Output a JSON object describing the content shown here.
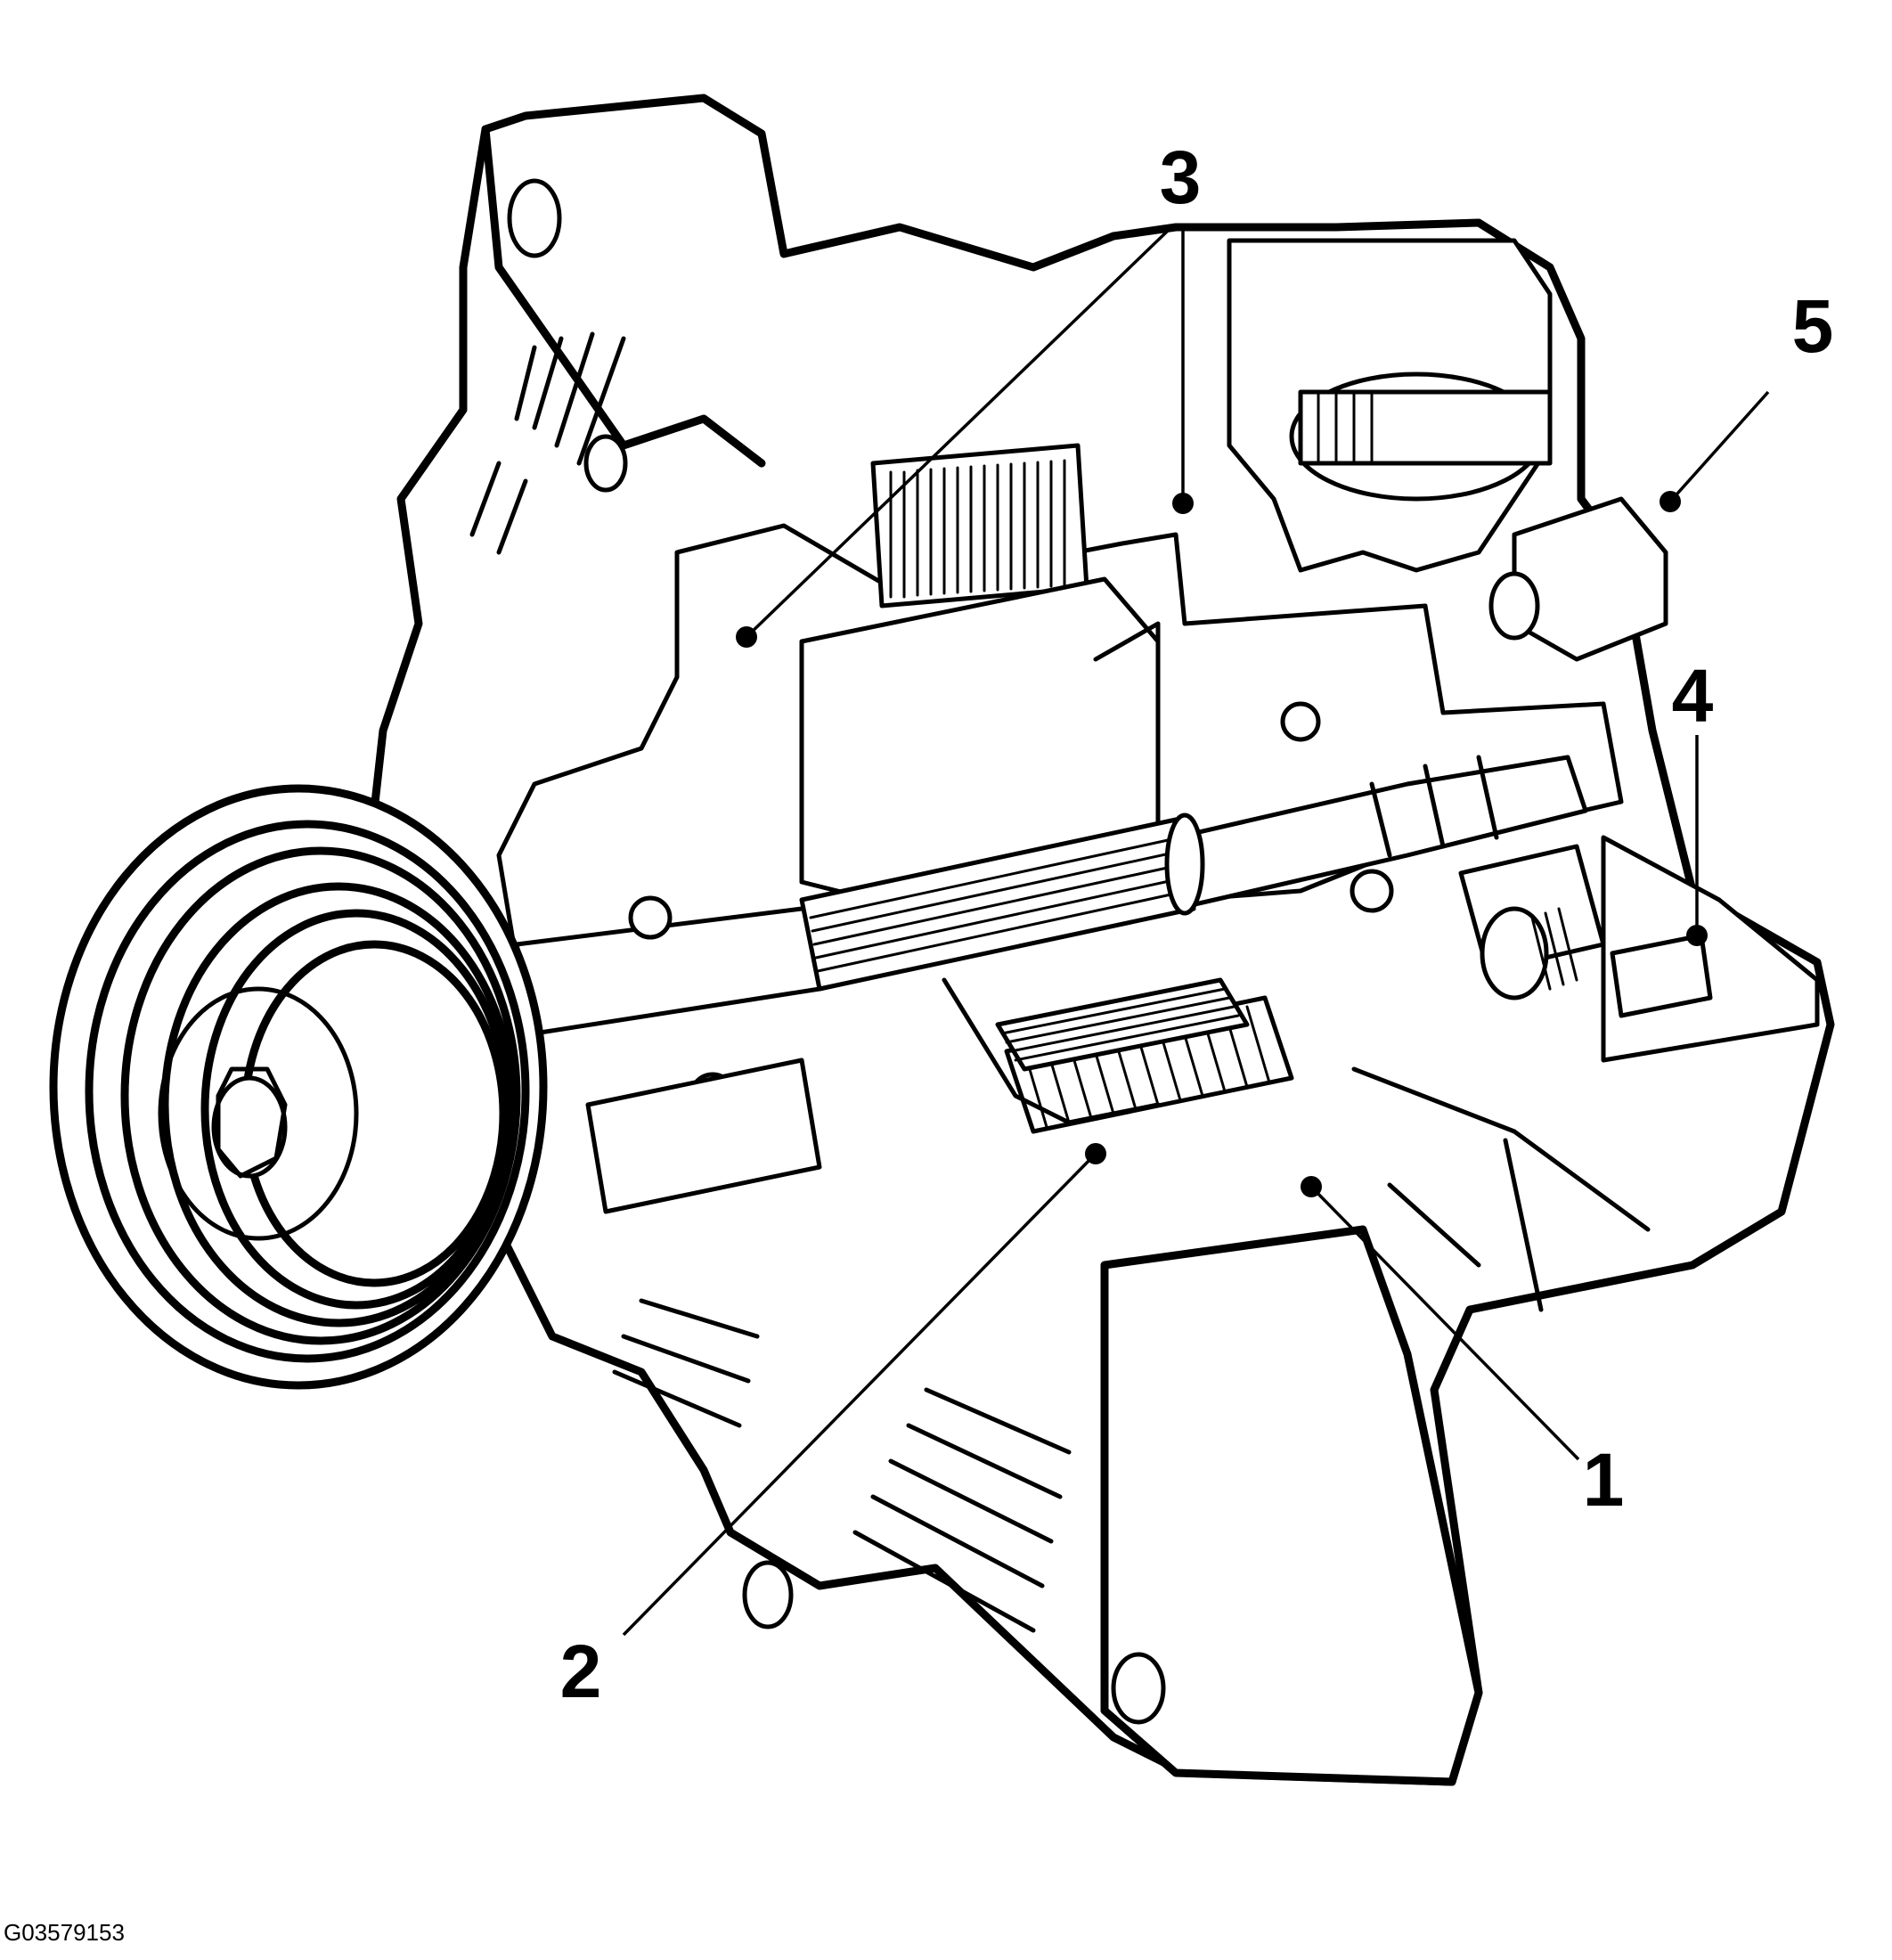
{
  "figure": {
    "id_label": "G03579153",
    "callouts": [
      {
        "key": "1",
        "label": "1"
      },
      {
        "key": "2",
        "label": "2"
      },
      {
        "key": "3a",
        "label": "3"
      },
      {
        "key": "3b",
        "label": "3"
      },
      {
        "key": "4",
        "label": "4"
      },
      {
        "key": "5",
        "label": "5"
      }
    ]
  }
}
